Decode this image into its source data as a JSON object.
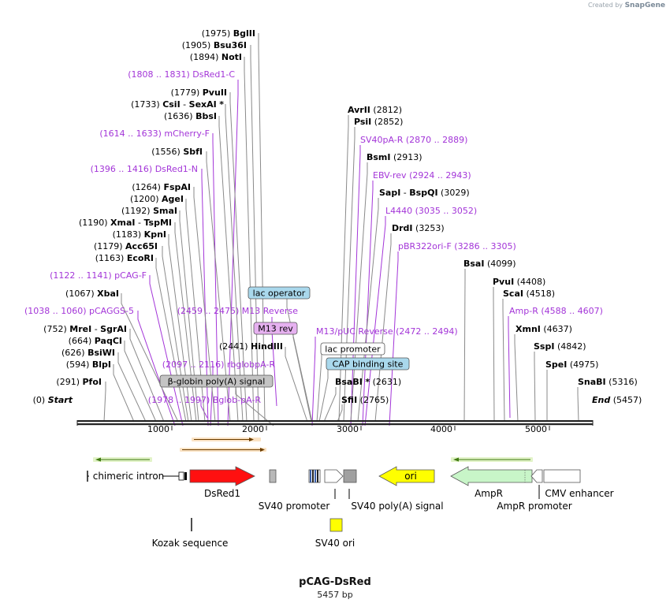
{
  "branding": {
    "prefix": "Created by",
    "name": "SnapGene"
  },
  "plasmid": {
    "name": "pCAG-DsRed",
    "length_label": "5457 bp"
  },
  "ruler": {
    "ticks": [
      "1000",
      "2000",
      "3000",
      "4000",
      "5000"
    ]
  },
  "colors": {
    "primer": "#a335d8",
    "enzyme": "#000000",
    "backbone": "#222222"
  },
  "enzymes_left": [
    {
      "pos": "(1975)",
      "name": "BglII"
    },
    {
      "pos": "(1905)",
      "name": "Bsu36I"
    },
    {
      "pos": "(1894)",
      "name": "NotI"
    },
    {
      "pos": "(1779)",
      "name": "PvuII"
    },
    {
      "pos": "(1733)",
      "name": "CsiI",
      "name2": "SexAI",
      "star": "*"
    },
    {
      "pos": "(1636)",
      "name": "BbsI"
    },
    {
      "pos": "(1556)",
      "name": "SbfI"
    },
    {
      "pos": "(1264)",
      "name": "FspAI"
    },
    {
      "pos": "(1200)",
      "name": "AgeI"
    },
    {
      "pos": "(1192)",
      "name": "SmaI"
    },
    {
      "pos": "(1190)",
      "name": "XmaI",
      "name2": "TspMI"
    },
    {
      "pos": "(1183)",
      "name": "KpnI"
    },
    {
      "pos": "(1179)",
      "name": "Acc65I"
    },
    {
      "pos": "(1163)",
      "name": "EcoRI"
    },
    {
      "pos": "(1067)",
      "name": "XbaI"
    },
    {
      "pos": "(752)",
      "name": "MreI",
      "name2": "SgrAI"
    },
    {
      "pos": "(664)",
      "name": "PaqCI"
    },
    {
      "pos": "(626)",
      "name": "BsiWI"
    },
    {
      "pos": "(594)",
      "name": "BlpI"
    },
    {
      "pos": "(291)",
      "name": "PfoI"
    },
    {
      "pos": "(0)",
      "name": "Start"
    },
    {
      "pos": "(2441)",
      "name": "HindIII"
    }
  ],
  "enzymes_right": [
    {
      "name": "AvrII",
      "pos": "(2812)"
    },
    {
      "name": "PsiI",
      "pos": "(2852)"
    },
    {
      "name": "BsmI",
      "pos": "(2913)"
    },
    {
      "name": "SapI",
      "name2": "BspQI",
      "pos": "(3029)"
    },
    {
      "name": "DrdI",
      "pos": "(3253)"
    },
    {
      "name": "BsaI",
      "pos": "(4099)"
    },
    {
      "name": "PvuI",
      "pos": "(4408)"
    },
    {
      "name": "ScaI",
      "pos": "(4518)"
    },
    {
      "name": "XmnI",
      "pos": "(4637)"
    },
    {
      "name": "SspI",
      "pos": "(4842)"
    },
    {
      "name": "SpeI",
      "pos": "(4975)"
    },
    {
      "name": "SnaBI",
      "pos": "(5316)"
    },
    {
      "name": "End",
      "pos": "(5457)"
    },
    {
      "name": "BsaBI",
      "star": "*",
      "pos": "(2631)"
    },
    {
      "name": "SfiI",
      "pos": "(2765)"
    }
  ],
  "primers": [
    {
      "range": "(1808 .. 1831)",
      "name": "DsRed1-C"
    },
    {
      "range": "(1614 .. 1633)",
      "name": "mCherry-F"
    },
    {
      "range": "(1396 .. 1416)",
      "name": "DsRed1-N"
    },
    {
      "range": "(1122 .. 1141)",
      "name": "pCAG-F"
    },
    {
      "range": "(1038 .. 1060)",
      "name": "pCAGGS-5"
    },
    {
      "range": "(2459 .. 2475)",
      "name": "M13 Reverse"
    },
    {
      "range": "(2097 .. 2116)",
      "name": "rbglobpA-R"
    },
    {
      "range": "(1978 .. 1997)",
      "name": "Bglob-pA-R"
    },
    {
      "name": "SV40pA-R",
      "range": "(2870 .. 2889)"
    },
    {
      "name": "EBV-rev",
      "range": "(2924 .. 2943)"
    },
    {
      "name": "L4440",
      "range": "(3035 .. 3052)"
    },
    {
      "name": "pBR322ori-F",
      "range": "(3286 .. 3305)"
    },
    {
      "name": "M13/pUC Reverse",
      "range": "(2472 .. 2494)"
    },
    {
      "name": "Amp-R",
      "range": "(4588 .. 4607)"
    }
  ],
  "boxed_labels": {
    "lac_operator": "lac operator",
    "m13_rev": "M13 rev",
    "lac_promoter": "lac promoter",
    "cap_site": "CAP binding site",
    "bglobin_pa": "β-globin poly(A) signal"
  },
  "features": {
    "chimeric_intron": "chimeric intron",
    "dsred1": "DsRed1",
    "sv40_promoter": "SV40 promoter",
    "sv40_polya": "SV40 poly(A) signal",
    "ori": "ori",
    "ampr": "AmpR",
    "ampr_promoter": "AmpR promoter",
    "cmv_enhancer": "CMV enhancer",
    "kozak": "Kozak sequence",
    "sv40_ori": "SV40 ori"
  }
}
